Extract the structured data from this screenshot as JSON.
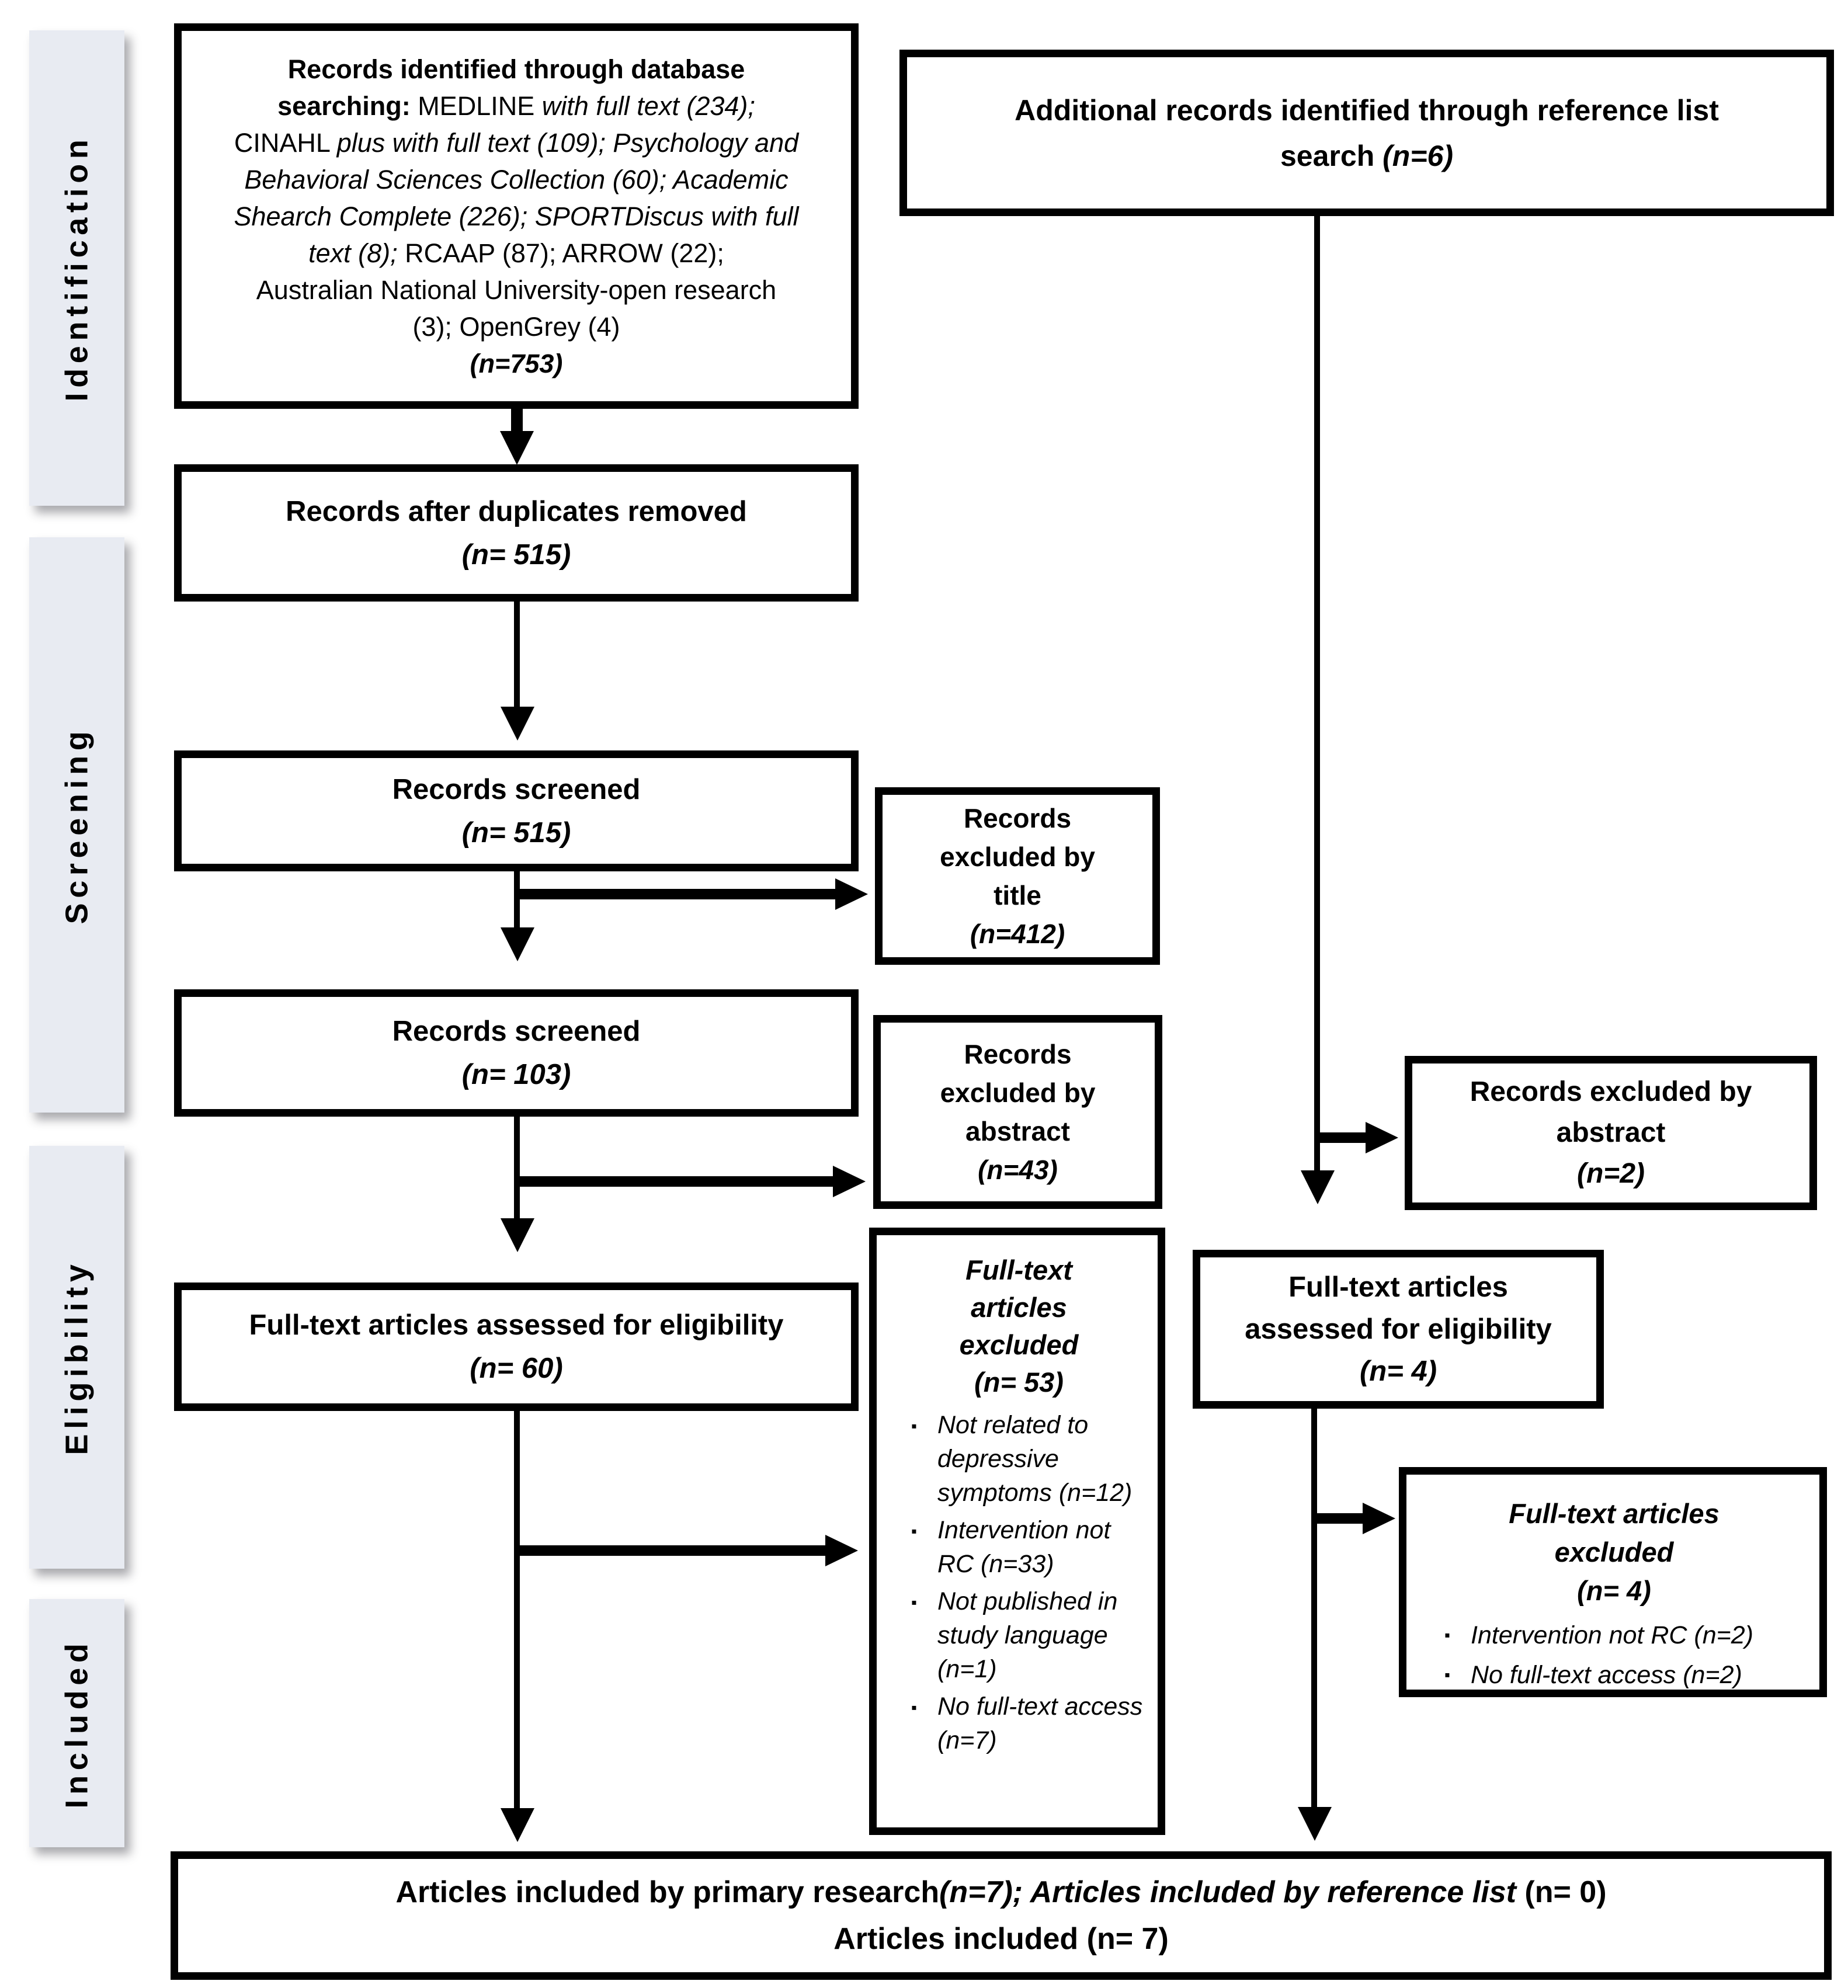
{
  "bullet_char": "▪",
  "colors": {
    "background": "#ffffff",
    "box_border": "#000000",
    "sidebar_bg": "#e8ebf2",
    "text": "#000000"
  },
  "sidebar": {
    "items": [
      {
        "label": "Identification"
      },
      {
        "label": "Screening"
      },
      {
        "label": "Eligibility"
      },
      {
        "label": "Included"
      }
    ]
  },
  "flow": {
    "identified": {
      "lines": [
        [
          {
            "t": "Records identified through database",
            "s": "b"
          }
        ],
        [
          {
            "t": "searching: ",
            "s": "b"
          },
          {
            "t": "MEDLINE ",
            "s": "r"
          },
          {
            "t": "with full text ",
            "s": "i"
          },
          {
            "t": "(234);",
            "s": "i"
          }
        ],
        [
          {
            "t": "CINAHL ",
            "s": "r"
          },
          {
            "t": "plus with full text (109); Psychology and",
            "s": "i"
          }
        ],
        [
          {
            "t": "Behavioral Sciences Collection  (60); Academic",
            "s": "i"
          }
        ],
        [
          {
            "t": "Shearch Complete (226); SPORTDiscus with full",
            "s": "i"
          }
        ],
        [
          {
            "t": "text (8); ",
            "s": "i"
          },
          {
            "t": "RCAAP (87); ARROW (22);",
            "s": "r"
          }
        ],
        [
          {
            "t": "Australian National University-open research",
            "s": "r"
          }
        ],
        [
          {
            "t": "(3); OpenGrey (4)",
            "s": "r"
          }
        ],
        [
          {
            "t": "(n=753)",
            "s": "bi"
          }
        ]
      ]
    },
    "additional": {
      "lines": [
        [
          {
            "t": "Additional records identified through reference list",
            "s": "b"
          }
        ],
        [
          {
            "t": "search ",
            "s": "b"
          },
          {
            "t": "(n=6)",
            "s": "bi"
          }
        ]
      ]
    },
    "duplicates": {
      "lines": [
        [
          {
            "t": "Records after duplicates removed",
            "s": "b"
          }
        ],
        [
          {
            "t": "(n= 515)",
            "s": "bi"
          }
        ]
      ]
    },
    "screened_title": {
      "lines": [
        [
          {
            "t": "Records screened",
            "s": "b"
          }
        ],
        [
          {
            "t": "(n= 515)",
            "s": "bi"
          }
        ]
      ]
    },
    "excluded_title": {
      "lines": [
        [
          {
            "t": "Records",
            "s": "b"
          }
        ],
        [
          {
            "t": "excluded by",
            "s": "b"
          }
        ],
        [
          {
            "t": "title",
            "s": "b"
          }
        ],
        [
          {
            "t": "(n=412)",
            "s": "bi"
          }
        ]
      ]
    },
    "screened_abstract": {
      "lines": [
        [
          {
            "t": "Records screened",
            "s": "b"
          }
        ],
        [
          {
            "t": "(n= 103)",
            "s": "bi"
          }
        ]
      ]
    },
    "excluded_abstract_left": {
      "lines": [
        [
          {
            "t": "Records",
            "s": "b"
          }
        ],
        [
          {
            "t": "excluded by",
            "s": "b"
          }
        ],
        [
          {
            "t": "abstract",
            "s": "b"
          }
        ],
        [
          {
            "t": "(n=43)",
            "s": "bi"
          }
        ]
      ]
    },
    "fulltext_left": {
      "lines": [
        [
          {
            "t": "Full-text articles assessed for eligibility",
            "s": "b"
          }
        ],
        [
          {
            "t": "(n= 60)",
            "s": "bi"
          }
        ]
      ]
    },
    "excluded_fulltext_left": {
      "header_lines": [
        [
          {
            "t": "Full-text",
            "s": "bi"
          }
        ],
        [
          {
            "t": "articles",
            "s": "bi"
          }
        ],
        [
          {
            "t": "excluded",
            "s": "bi"
          }
        ],
        [
          {
            "t": "(n= 53)",
            "s": "bi"
          }
        ]
      ],
      "bullets": [
        "Not related to depressive symptoms (n=12)",
        "Intervention not RC (n=33)",
        "Not published in study language (n=1)",
        "No full-text access (n=7)"
      ]
    },
    "excluded_abstract_right": {
      "lines": [
        [
          {
            "t": "Records excluded by",
            "s": "b"
          }
        ],
        [
          {
            "t": "abstract",
            "s": "b"
          }
        ],
        [
          {
            "t": "(n=2)",
            "s": "bi"
          }
        ]
      ]
    },
    "fulltext_right": {
      "lines": [
        [
          {
            "t": "Full-text articles",
            "s": "b"
          }
        ],
        [
          {
            "t": "assessed for eligibility",
            "s": "b"
          }
        ],
        [
          {
            "t": "(n= 4)",
            "s": "bi"
          }
        ]
      ]
    },
    "excluded_fulltext_right": {
      "header_lines": [
        [
          {
            "t": "Full-text articles",
            "s": "bi"
          }
        ],
        [
          {
            "t": "excluded",
            "s": "bi"
          }
        ],
        [
          {
            "t": "(n= 4)",
            "s": "bi"
          }
        ]
      ],
      "bullets": [
        "Intervention not RC (n=2)",
        "No full-text access (n=2)"
      ]
    },
    "included": {
      "lines": [
        [
          {
            "t": "Articles included by primary research",
            "s": "b"
          },
          {
            "t": "(n=7); ",
            "s": "bi"
          },
          {
            "t": "Articles included by reference list ",
            "s": "bi"
          },
          {
            "t": "(n= 0)",
            "s": "b"
          }
        ],
        [
          {
            "t": "Articles included (n= 7)",
            "s": "b"
          }
        ]
      ]
    }
  }
}
